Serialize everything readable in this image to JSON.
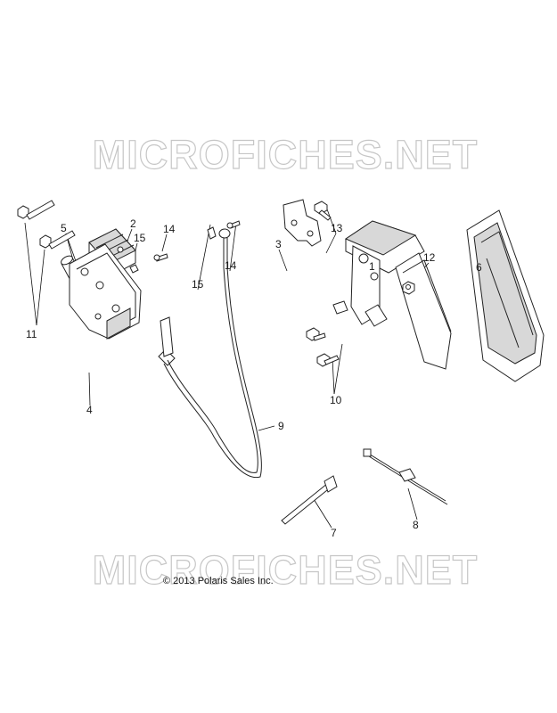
{
  "watermark_top": "MICROFICHES.NET",
  "watermark_bottom": "MICROFICHES.NET",
  "copyright": "© 2013 Polaris Sales Inc.",
  "callouts": {
    "c1": "1",
    "c2": "2",
    "c3": "3",
    "c4": "4",
    "c5": "5",
    "c6": "6",
    "c7": "7",
    "c8": "8",
    "c9": "9",
    "c10": "10",
    "c11": "11",
    "c12": "12",
    "c13": "13",
    "c14a": "14",
    "c14b": "14",
    "c15a": "15",
    "c15b": "15"
  },
  "colors": {
    "line": "#222222",
    "watermark": "#bdbdbd",
    "fill_shade": "#d8d8d8"
  }
}
